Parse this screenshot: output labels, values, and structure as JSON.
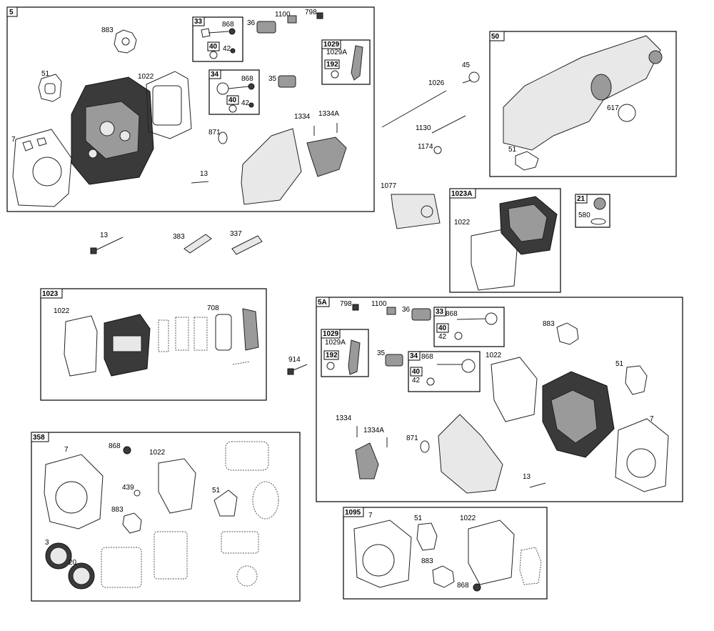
{
  "labels": {
    "box5": "5",
    "gasket_top_883": "883",
    "valve_box_33": "33",
    "valve_868_a": "868",
    "spring_36_a": "36",
    "nut_1100_a": "1100",
    "screw_798_a": "798",
    "seal_40_a": "40",
    "retainer_42_a": "42",
    "box_1029_a": "1029",
    "rocker_1029a_a": "1029A",
    "pivot_192_a": "192",
    "gasket_51_a": "51",
    "gasket_1022_a": "1022",
    "valve_box_34": "34",
    "valve_868_b": "868",
    "spring_35_a": "35",
    "seal_40_b": "40",
    "retainer_42_b": "42",
    "screw_1334_a": "1334",
    "screw_1334a_a": "1334A",
    "oring_871_a": "871",
    "gasket_7_a": "7",
    "bolt_13_a": "13",
    "pin_45": "45",
    "rod_1026": "1026",
    "stud_1130": "1130",
    "nut_1174": "1174",
    "box50": "50",
    "oring_617": "617",
    "gasket_51_b": "51",
    "bolt_13_b": "13",
    "glow_383": "383",
    "plug_337": "337",
    "bracket_1077": "1077",
    "box_1023a": "1023A",
    "gasket_1022_b": "1022",
    "box21": "21",
    "oring_580": "580",
    "box_1023": "1023",
    "gasket_1022_c": "1022",
    "filter_708": "708",
    "bolt_914": "914",
    "box5a": "5A",
    "screw_798_b": "798",
    "nut_1100_b": "1100",
    "spring_36_b": "36",
    "valve_box_33b": "33",
    "valve_868_c": "868",
    "seal_40_c": "40",
    "retainer_42_c": "42",
    "gasket_883_b": "883",
    "box_1029_b": "1029",
    "rocker_1029a_b": "1029A",
    "pivot_192_b": "192",
    "spring_35_b": "35",
    "valve_box_34b": "34",
    "valve_868_d": "868",
    "seal_40_d": "40",
    "retainer_42_d": "42",
    "gasket_1022_d": "1022",
    "gasket_51_c": "51",
    "screw_1334_b": "1334",
    "screw_1334a_b": "1334A",
    "oring_871_b": "871",
    "gasket_7_b": "7",
    "bolt_13_c": "13",
    "box358": "358",
    "gasket_7_c": "7",
    "valve_868_e": "868",
    "gasket_1022_e": "1022",
    "oring_439": "439",
    "gasket_51_d": "51",
    "gasket_883_c": "883",
    "seal_3": "3",
    "seal_20": "20",
    "box1095": "1095",
    "gasket_7_d": "7",
    "gasket_51_e": "51",
    "gasket_1022_f": "1022",
    "gasket_883_d": "883",
    "valve_868_f": "868"
  }
}
